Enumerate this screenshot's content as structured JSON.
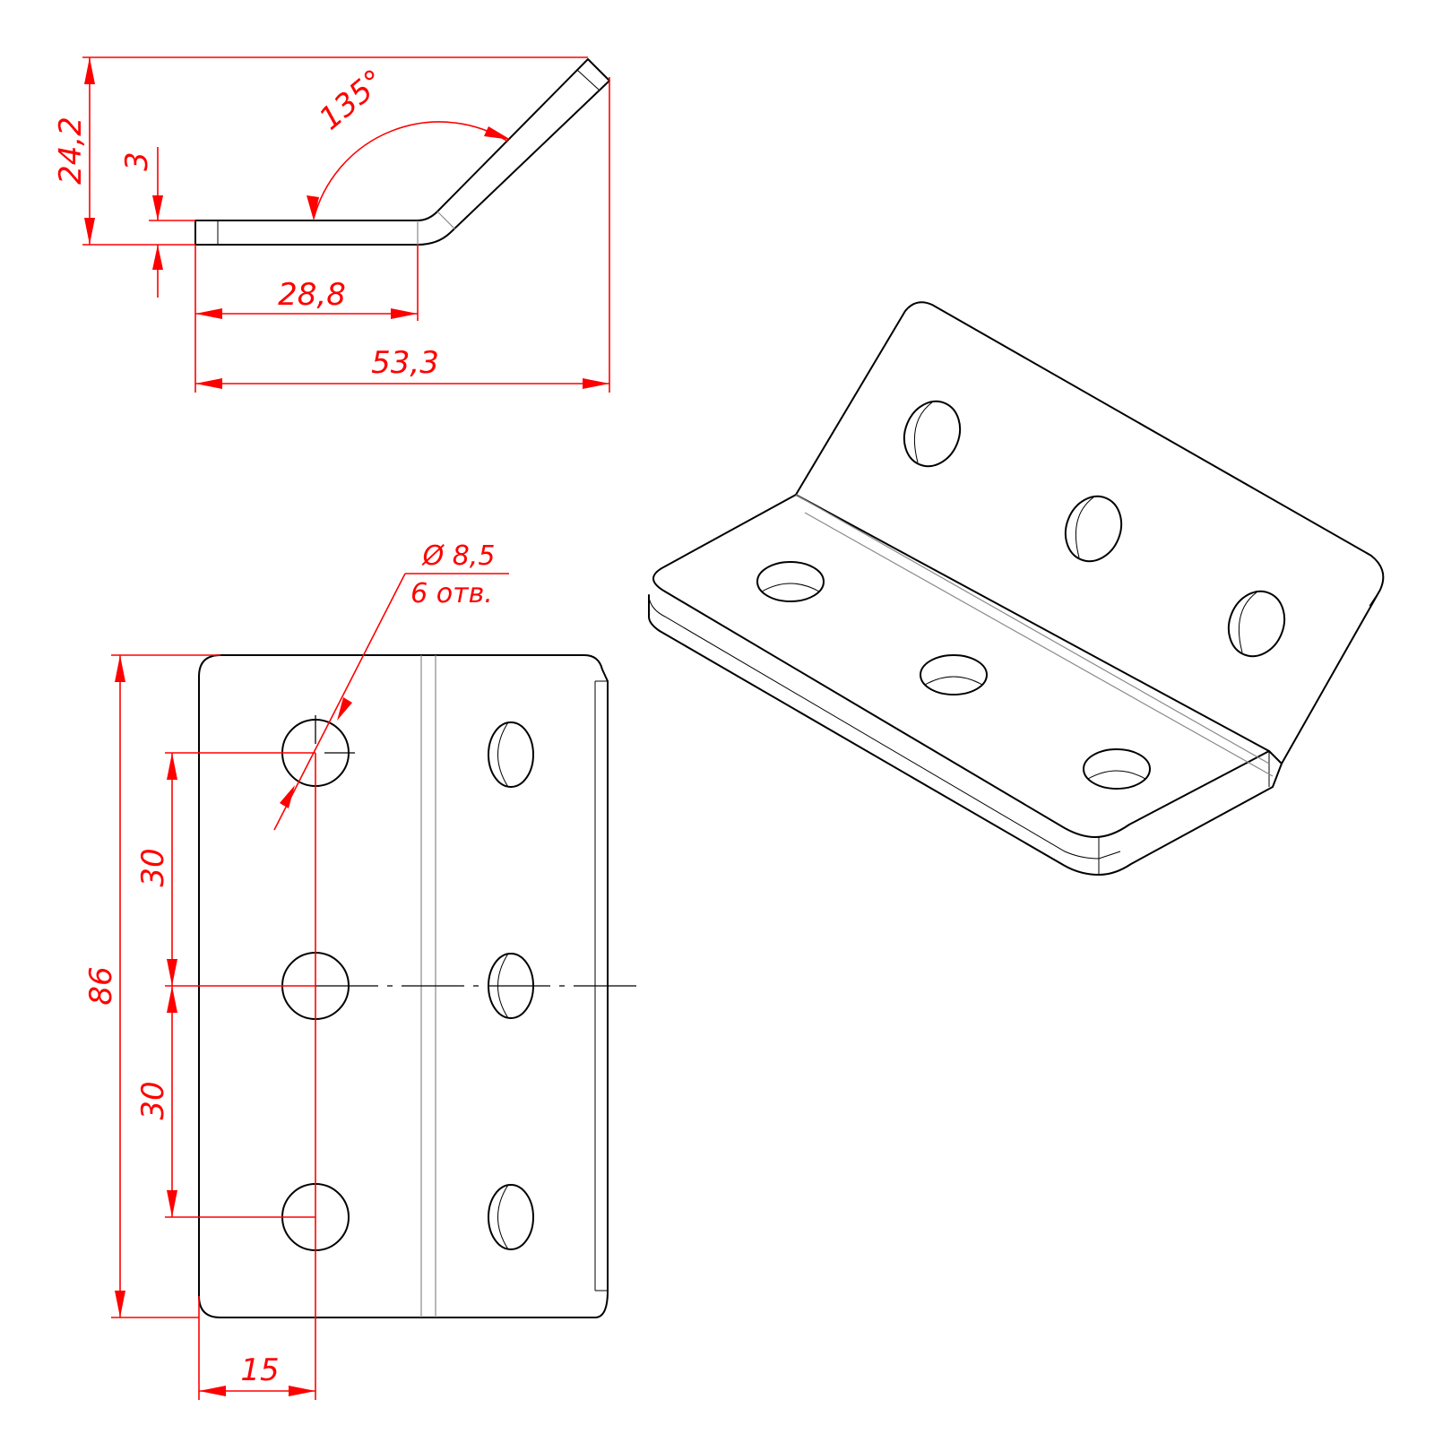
{
  "drawing": {
    "side_view": {
      "height": "24,2",
      "thickness": "3",
      "angle": "135°",
      "flat_length": "28,8",
      "overall_width": "53,3"
    },
    "front_view": {
      "hole_diameter": "Ø 8,5",
      "hole_count": "6 отв.",
      "overall_height": "86",
      "hole_pitch_upper": "30",
      "hole_pitch_lower": "30",
      "edge_offset": "15"
    },
    "colors": {
      "dimension": "#ff0000",
      "outline": "#000000",
      "tangent_line": "#8a8a8a"
    }
  }
}
